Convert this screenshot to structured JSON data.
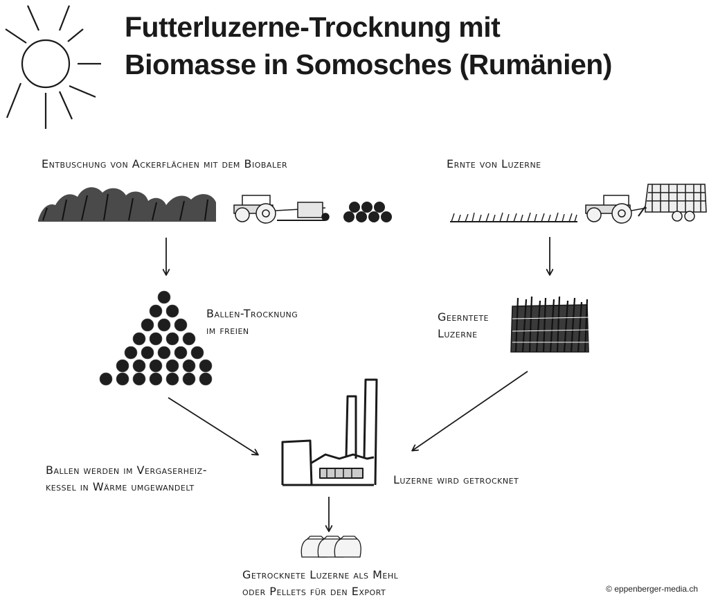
{
  "title": {
    "line1": "Futterluzerne-Trocknung mit",
    "line2": "Biomasse in Somosches (Rumänien)"
  },
  "labels": {
    "clearing": "Entbuschung von Ackerflächen mit dem Biobaler",
    "harvest": "Ernte von Luzerne",
    "bale_drying_1": "Ballen-Trocknung",
    "bale_drying_2": "im freien",
    "harvested_1": "Geerntete",
    "harvested_2": "Luzerne",
    "gasifier_1": "Ballen werden im Vergaserheiz-",
    "gasifier_2": "kessel in Wärme umgewandelt",
    "drying": "Luzerne wird getrocknet",
    "export_1": "Getrocknete Luzerne als Mehl",
    "export_2": "oder Pellets für den Export"
  },
  "copyright": "© eppenberger-media.ch",
  "icons": [
    "sun-icon",
    "bushes-icon",
    "tractor-icon",
    "baler-icon",
    "bale-icon",
    "grass-icon",
    "loader-wagon-icon",
    "bale-pyramid-icon",
    "hay-stack-icon",
    "factory-icon",
    "sacks-icon",
    "arrow-icon"
  ],
  "colors": {
    "ink": "#1a1a1a",
    "background": "#ffffff"
  }
}
